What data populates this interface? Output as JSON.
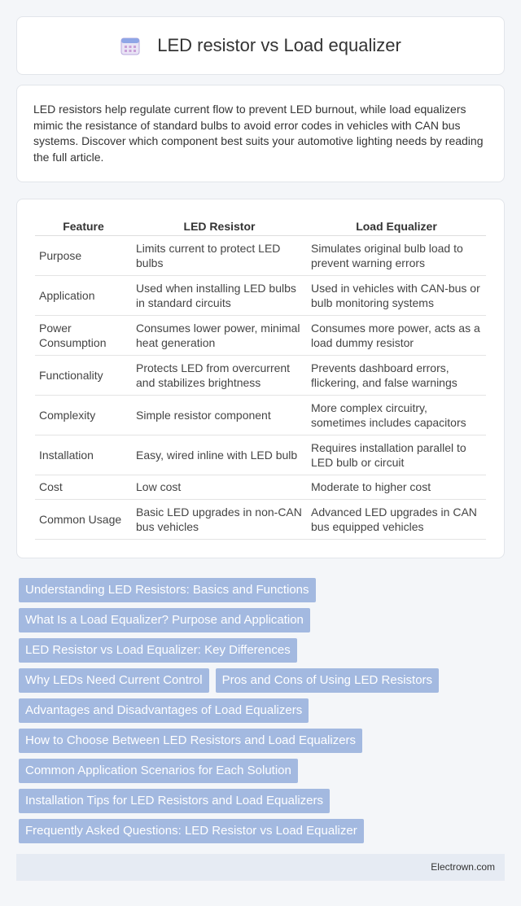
{
  "header": {
    "title": "LED resistor vs Load equalizer",
    "icon": "calendar-icon"
  },
  "intro": {
    "text": "LED resistors help regulate current flow to prevent LED burnout, while load equalizers mimic the resistance of standard bulbs to avoid error codes in vehicles with CAN bus systems. Discover which component best suits your automotive lighting needs by reading the full article."
  },
  "table": {
    "headers": [
      "Feature",
      "LED Resistor",
      "Load Equalizer"
    ],
    "rows": [
      [
        "Purpose",
        "Limits current to protect LED bulbs",
        "Simulates original bulb load to prevent warning errors"
      ],
      [
        "Application",
        "Used when installing LED bulbs in standard circuits",
        "Used in vehicles with CAN-bus or bulb monitoring systems"
      ],
      [
        "Power Consumption",
        "Consumes lower power, minimal heat generation",
        "Consumes more power, acts as a load dummy resistor"
      ],
      [
        "Functionality",
        "Protects LED from overcurrent and stabilizes brightness",
        "Prevents dashboard errors, flickering, and false warnings"
      ],
      [
        "Complexity",
        "Simple resistor component",
        "More complex circuitry, sometimes includes capacitors"
      ],
      [
        "Installation",
        "Easy, wired inline with LED bulb",
        "Requires installation parallel to LED bulb or circuit"
      ],
      [
        "Cost",
        "Low cost",
        "Moderate to higher cost"
      ],
      [
        "Common Usage",
        "Basic LED upgrades in non-CAN bus vehicles",
        "Advanced LED upgrades in CAN bus equipped vehicles"
      ]
    ]
  },
  "links": [
    "Understanding LED Resistors: Basics and Functions",
    "What Is a Load Equalizer? Purpose and Application",
    "LED Resistor vs Load Equalizer: Key Differences",
    "Why LEDs Need Current Control",
    "Pros and Cons of Using LED Resistors",
    "Advantages and Disadvantages of Load Equalizers",
    "How to Choose Between LED Resistors and Load Equalizers",
    "Common Application Scenarios for Each Solution",
    "Installation Tips for LED Resistors and Load Equalizers",
    "Frequently Asked Questions: LED Resistor vs Load Equalizer"
  ],
  "footer": {
    "text": "Electrown.com"
  },
  "colors": {
    "pill": "#a3b9e0",
    "footer": "#e6ebf3",
    "accent": "#7b8fd6"
  }
}
